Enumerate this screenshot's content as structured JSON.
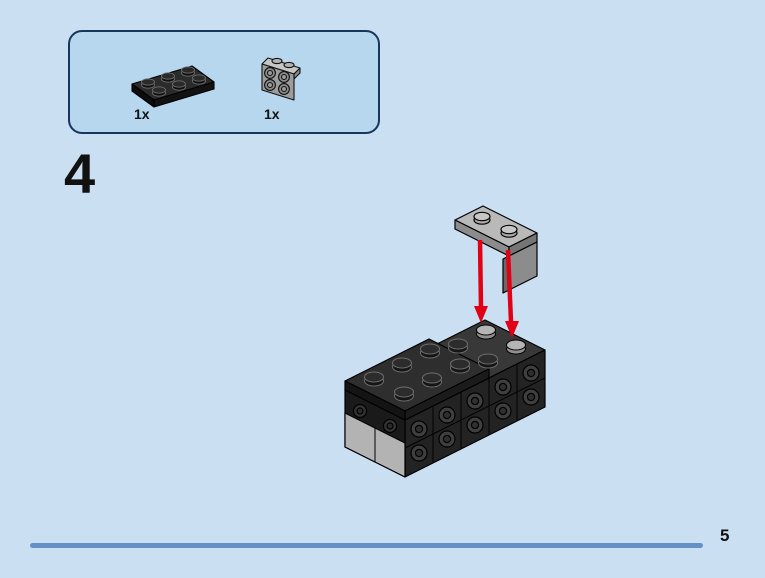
{
  "page": {
    "step_number": "4",
    "page_number": "5",
    "background_color": "#cae0f2"
  },
  "parts_box": {
    "fill_color": "#b7d7ee",
    "border_color": "#16365c",
    "items": [
      {
        "part": "plate-2x3-black",
        "count": "1x",
        "color": "#1a1a1a"
      },
      {
        "part": "bracket-1x2-2x2-gray",
        "count": "1x",
        "color": "#9a9a9a"
      }
    ]
  },
  "illustration": {
    "floating_part": "bracket-1x2-2x2-gray",
    "arrow_count": 2,
    "arrow_color": "#e10015",
    "assembly": "black-brick-block-with-side-studs"
  },
  "footer": {
    "bar_color": "#6590c5"
  }
}
